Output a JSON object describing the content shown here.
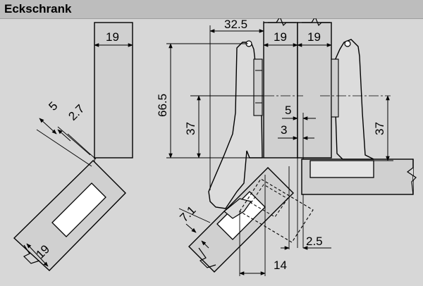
{
  "title": "Eckschrank",
  "colors": {
    "background": "#d7d7d7",
    "titlebar": "#bdbdbd",
    "panel": "#d0d0d0",
    "hinge": "#dcdcdc",
    "line": "#000000"
  },
  "dimensions": {
    "left_panel_thickness": "19",
    "left_offset_5": "5",
    "left_offset_2_7": "2.7",
    "left_door_thickness": "19",
    "top_width": "32.5",
    "mid_panel_1": "19",
    "mid_panel_2": "19",
    "height_66_5": "66.5",
    "height_37_left": "37",
    "offset_5": "5",
    "offset_3": "3",
    "overlay_7_1": "7.1",
    "gap_2_5": "2.5",
    "depth_14": "14",
    "height_37_right": "37"
  }
}
